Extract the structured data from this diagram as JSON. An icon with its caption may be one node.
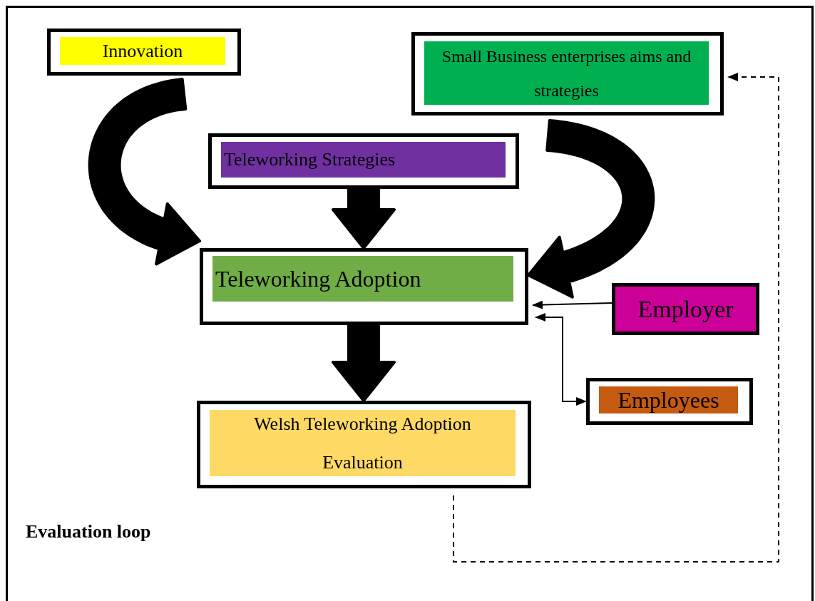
{
  "diagram": {
    "nodes": [
      {
        "text": [
          "Innovation"
        ]
      },
      {
        "text": [
          "Small Business enterprises aims and strategies"
        ]
      },
      {
        "text": [
          "Teleworking Strategies"
        ]
      },
      {
        "text": [
          "Teleworking Adoption"
        ]
      },
      {
        "text": [
          "Employer"
        ]
      },
      {
        "text": [
          "Employees"
        ]
      },
      {
        "text": [
          "Welsh Teleworking Adoption Evaluation"
        ]
      }
    ],
    "edges": [
      {
        "from": 0,
        "to": 3,
        "arrow": "to",
        "style": "thick"
      },
      {
        "from": 1,
        "to": 3,
        "arrow": "to",
        "style": "thick"
      },
      {
        "from": 2,
        "to": 3,
        "arrow": "to",
        "style": "thick"
      },
      {
        "from": 3,
        "to": 6,
        "arrow": "to",
        "style": "thick"
      },
      {
        "from": 4,
        "to": 3,
        "arrow": "to"
      },
      {
        "from": 3,
        "to": 5,
        "arrow": "both"
      },
      {
        "from": 6,
        "to": 1,
        "arrow": "to",
        "style": "dashed"
      }
    ],
    "labels": [
      "Evaluation loop"
    ]
  }
}
